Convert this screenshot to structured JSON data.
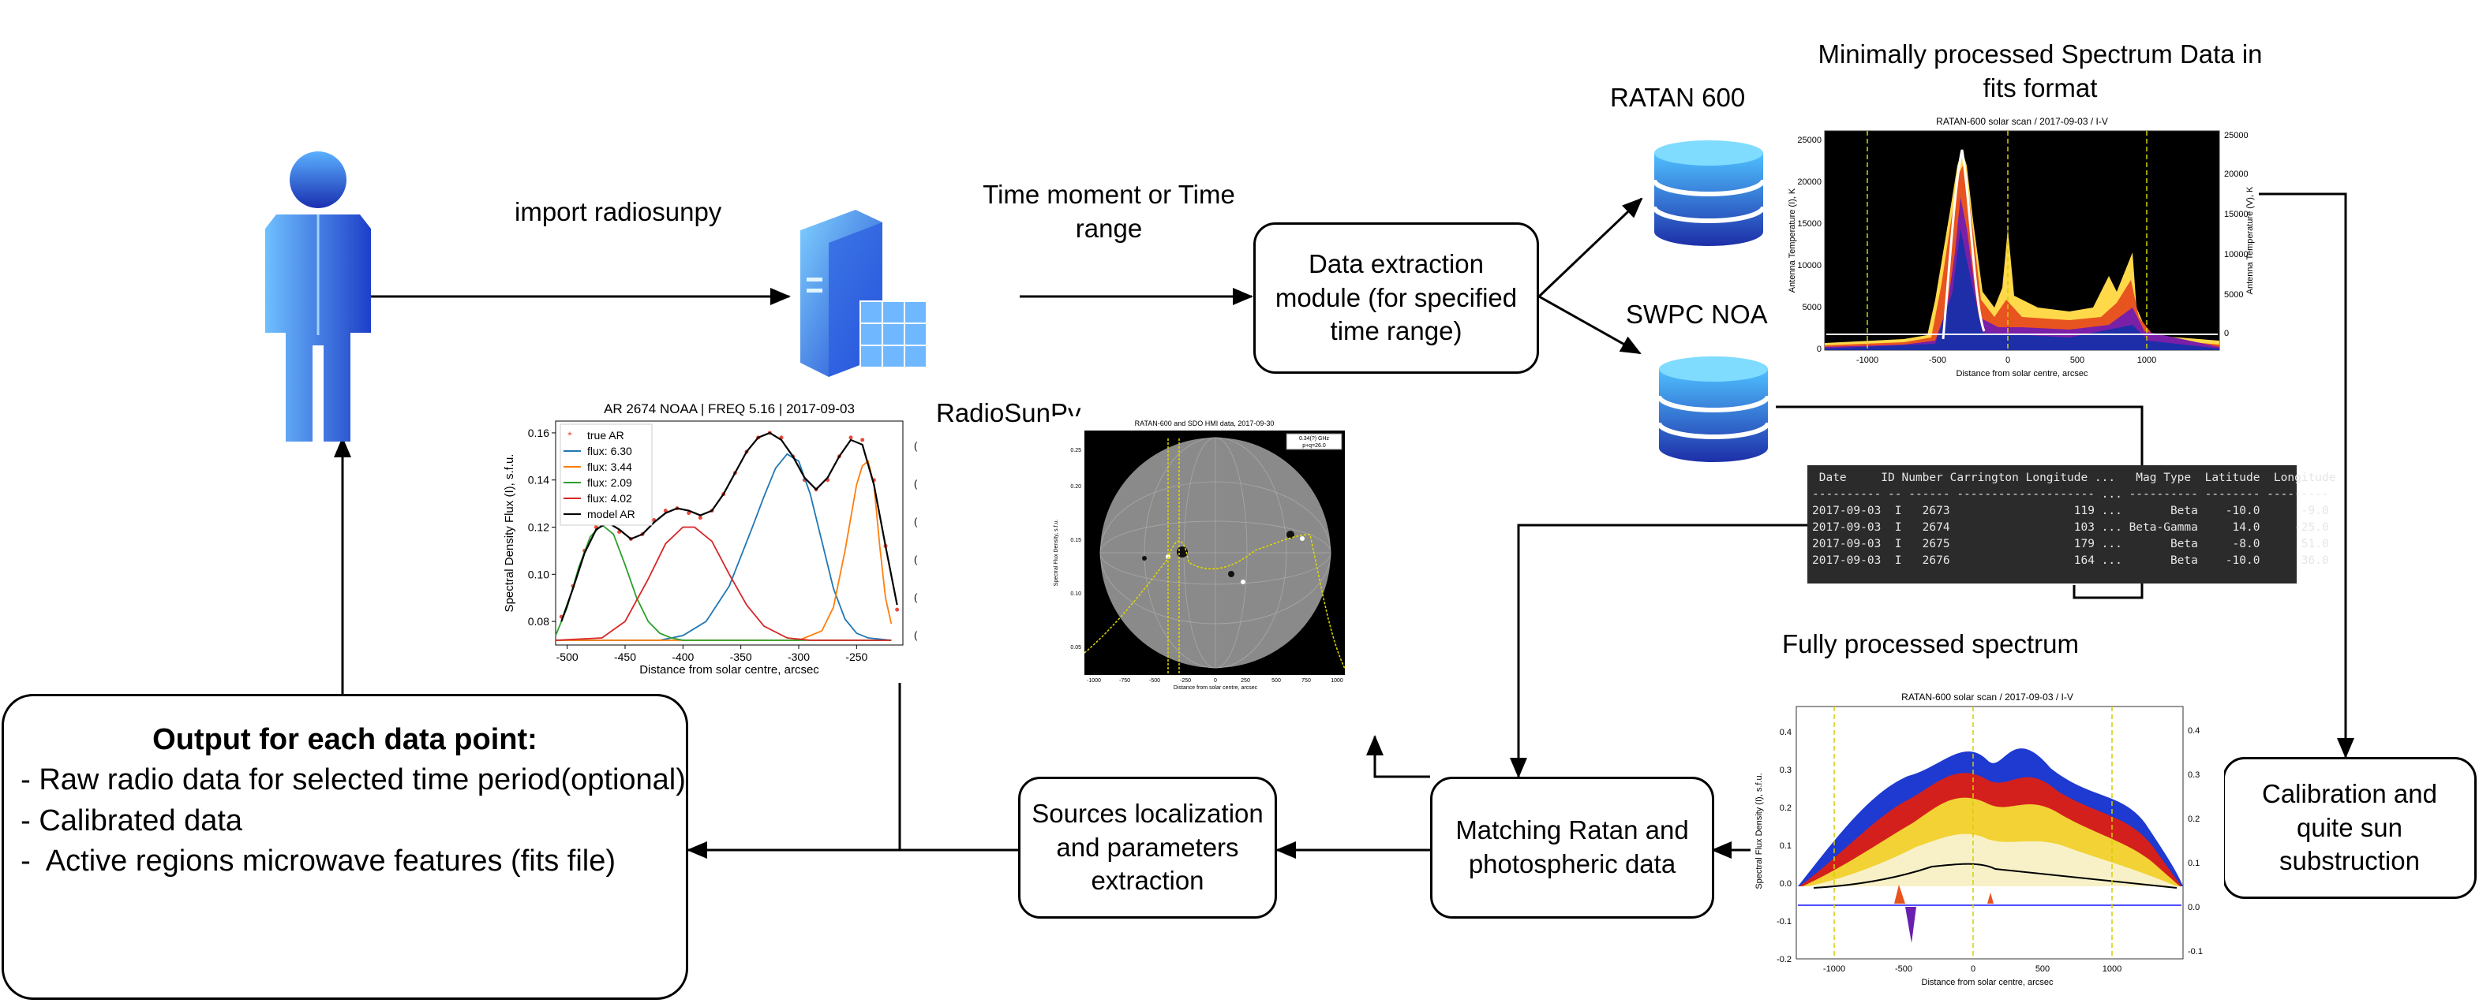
{
  "labels": {
    "import": "import radiosunpy",
    "radiosunpy": "RadioSunPy",
    "time_moment": "Time moment or Time range",
    "ratan": "RATAN 600",
    "swpc": "SWPC NOA",
    "min_processed": "Minimally processed Spectrum Data in fits format",
    "fully_processed": "Fully processed spectrum"
  },
  "boxes": {
    "extraction": [
      "Data extraction",
      "module (for specified",
      "time range)"
    ],
    "calibration": [
      "Calibration and",
      "quite sun",
      "substruction"
    ],
    "matching": [
      "Matching Ratan and",
      "photospheric data"
    ],
    "sources": [
      "Sources localization",
      "and parameters",
      "extraction"
    ]
  },
  "output": {
    "title": "Output for each data point:",
    "lines": [
      "  - Raw radio data for selected time period(optional)",
      "  - Calibrated data",
      "  -  Active regions microwave features (fits file)"
    ]
  },
  "top_chart": {
    "title": "RATAN-600 solar scan / 2017-09-03 / I-V",
    "xlabel": "Distance from solar centre, arcsec",
    "ylabel_left": "Antenna Temperature (I), K",
    "ylabel_right": "Antenna Temperature (V), K",
    "yticks_left": [
      "0",
      "5000",
      "10000",
      "15000",
      "20000",
      "25000"
    ],
    "yticks_right": [
      "0",
      "5000",
      "10000",
      "15000",
      "20000",
      "25000"
    ],
    "xticks": [
      "-1000",
      "-500",
      "0",
      "500",
      "1000"
    ]
  },
  "bottom_chart": {
    "title": "RATAN-600 solar scan / 2017-09-03 / I-V",
    "xlabel": "Distance from solar centre, arcsec",
    "ylabel": "Spectral Flux Density (I), s.f.u.",
    "yticks_left": [
      "-0.2",
      "-0.1",
      "0.0",
      "0.1",
      "0.2",
      "0.3",
      "0.4"
    ],
    "yticks_right": [
      "-0.1",
      "0.0",
      "0.1",
      "0.2",
      "0.3",
      "0.4"
    ],
    "xticks": [
      "-1000",
      "-500",
      "0",
      "500",
      "1000"
    ]
  },
  "sun_chart": {
    "title": "RATAN-600 and SDO HMI data, 2017-09-30",
    "legend": [
      "0.34(?) GHz",
      "p+q=26.0"
    ],
    "ylabel": "Spectral Flux Density, s.f.u.",
    "xlabel": "Distance from solar centre, arcsec",
    "yticks": [
      "0.05",
      "0.10",
      "0.15",
      "0.20",
      "0.25"
    ],
    "xticks": [
      "-1000",
      "-750",
      "-500",
      "-250",
      "0",
      "250",
      "500",
      "750",
      "1000"
    ]
  },
  "chart_data": {
    "type": "line",
    "title": "AR 2674 NOAA | FREQ 5.16 | 2017-09-03",
    "xlabel": "Distance from solar centre, arcsec",
    "ylabel": "Spectral Density Flux (I), s.f.u.",
    "xlim": [
      -510,
      -210
    ],
    "ylim": [
      0.07,
      0.165
    ],
    "xticks": [
      -500,
      -450,
      -400,
      -350,
      -300,
      -250
    ],
    "yticks": [
      0.08,
      0.1,
      0.12,
      0.14,
      0.16
    ],
    "legend_position": "top-left",
    "series": [
      {
        "name": "true AR",
        "style": "points",
        "color": "#e74c3c",
        "x": [
          -505,
          -495,
          -485,
          -475,
          -465,
          -455,
          -445,
          -435,
          -425,
          -415,
          -405,
          -395,
          -385,
          -375,
          -365,
          -355,
          -345,
          -335,
          -325,
          -315,
          -305,
          -295,
          -285,
          -275,
          -265,
          -255,
          -245,
          -235,
          -225,
          -215
        ],
        "y": [
          0.082,
          0.095,
          0.11,
          0.12,
          0.122,
          0.118,
          0.115,
          0.117,
          0.123,
          0.127,
          0.128,
          0.126,
          0.124,
          0.127,
          0.134,
          0.143,
          0.152,
          0.158,
          0.16,
          0.158,
          0.15,
          0.14,
          0.136,
          0.14,
          0.15,
          0.158,
          0.157,
          0.14,
          0.112,
          0.085
        ]
      },
      {
        "name": "flux: 6.30",
        "color": "#1f77b4",
        "x": [
          -510,
          -420,
          -400,
          -380,
          -360,
          -340,
          -330,
          -320,
          -310,
          -300,
          -290,
          -280,
          -270,
          -260,
          -250,
          -240,
          -220
        ],
        "y": [
          0.072,
          0.072,
          0.074,
          0.08,
          0.095,
          0.12,
          0.133,
          0.145,
          0.151,
          0.148,
          0.134,
          0.114,
          0.094,
          0.081,
          0.075,
          0.073,
          0.072
        ]
      },
      {
        "name": "flux: 3.44",
        "color": "#ff7f0e",
        "x": [
          -510,
          -300,
          -280,
          -270,
          -260,
          -250,
          -245,
          -240,
          -235,
          -230,
          -225,
          -220
        ],
        "y": [
          0.072,
          0.072,
          0.076,
          0.086,
          0.11,
          0.138,
          0.146,
          0.148,
          0.138,
          0.112,
          0.09,
          0.079
        ]
      },
      {
        "name": "flux: 2.09",
        "color": "#2ca02c",
        "x": [
          -510,
          -500,
          -490,
          -480,
          -470,
          -460,
          -450,
          -440,
          -430,
          -420,
          -410,
          -400,
          -220
        ],
        "y": [
          0.074,
          0.086,
          0.103,
          0.116,
          0.121,
          0.117,
          0.104,
          0.09,
          0.08,
          0.075,
          0.073,
          0.072,
          0.072
        ]
      },
      {
        "name": "flux: 4.02",
        "color": "#d62728",
        "x": [
          -510,
          -470,
          -450,
          -430,
          -415,
          -400,
          -390,
          -375,
          -360,
          -345,
          -330,
          -310,
          -290,
          -220
        ],
        "y": [
          0.072,
          0.073,
          0.08,
          0.098,
          0.113,
          0.12,
          0.12,
          0.114,
          0.1,
          0.087,
          0.078,
          0.073,
          0.072,
          0.072
        ]
      },
      {
        "name": "model AR",
        "color": "#000000",
        "x": [
          -505,
          -495,
          -485,
          -475,
          -465,
          -455,
          -445,
          -435,
          -425,
          -415,
          -405,
          -395,
          -385,
          -375,
          -365,
          -355,
          -345,
          -335,
          -325,
          -315,
          -305,
          -295,
          -285,
          -275,
          -265,
          -255,
          -245,
          -235,
          -225,
          -215
        ],
        "y": [
          0.08,
          0.094,
          0.109,
          0.119,
          0.122,
          0.119,
          0.115,
          0.117,
          0.122,
          0.126,
          0.128,
          0.127,
          0.125,
          0.127,
          0.134,
          0.143,
          0.152,
          0.158,
          0.16,
          0.157,
          0.15,
          0.141,
          0.136,
          0.141,
          0.15,
          0.157,
          0.155,
          0.138,
          0.112,
          0.087
        ]
      }
    ]
  },
  "ar_table": {
    "header": " Date     ID Number Carrington Longitude ...   Mag Type  Latitude  Longitude",
    "sep": "---------- -- ------ -------------------- ... ---------- -------- ---------",
    "rows": [
      "2017-09-03  I   2673                  119 ...       Beta    -10.0      -9.0",
      "2017-09-03  I   2674                  103 ... Beta-Gamma     14.0     -25.0",
      "2017-09-03  I   2675                  179 ...       Beta     -8.0      51.0",
      "2017-09-03  I   2676                  164 ...       Beta    -10.0      36.0"
    ]
  }
}
